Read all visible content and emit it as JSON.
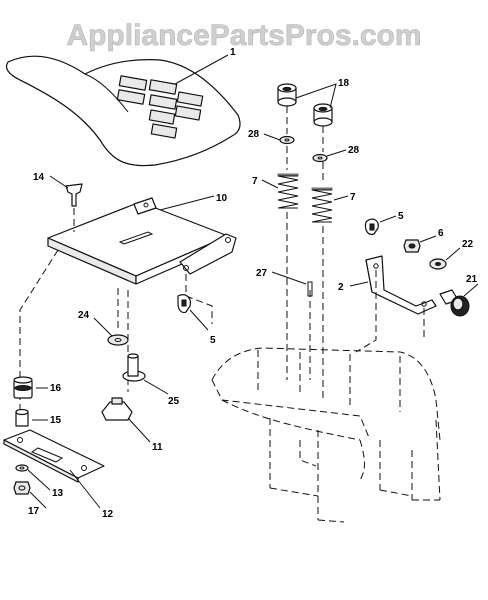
{
  "watermark": "AppliancePartsPros.com",
  "callouts": {
    "c1": "1",
    "c2": "2",
    "c5a": "5",
    "c5b": "5",
    "c6": "6",
    "c7a": "7",
    "c7b": "7",
    "c10": "10",
    "c11": "11",
    "c12": "12",
    "c13": "13",
    "c14": "14",
    "c15": "15",
    "c16": "16",
    "c17": "17",
    "c18": "18",
    "c21": "21",
    "c22": "22",
    "c24": "24",
    "c25": "25",
    "c27": "27",
    "c28a": "28",
    "c28b": "28"
  }
}
